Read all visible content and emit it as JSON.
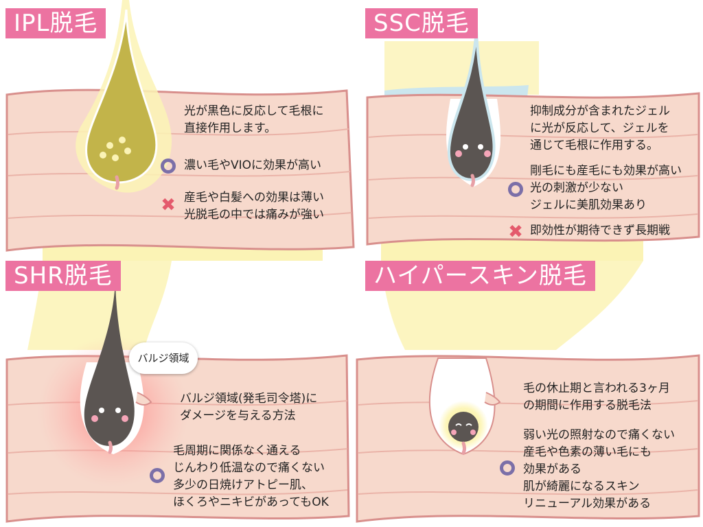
{
  "panels": [
    {
      "title": "IPL脱毛",
      "description": [
        "光が黒色に反応して毛根に",
        "直接作用します。"
      ],
      "pros": [
        "濃い毛やVIOに効果が高い"
      ],
      "cons": [
        "産毛や白髪への効果は薄い",
        "光脱毛の中では痛みが強い"
      ]
    },
    {
      "title": "SSC脱毛",
      "description": [
        "抑制成分が含まれたジェル",
        "に光が反応して、ジェルを",
        "通じて毛根に作用する。"
      ],
      "pros": [
        "剛毛にも産毛にも効果が高い",
        "光の刺激が少ない",
        "ジェルに美肌効果あり"
      ],
      "cons": [
        "即効性が期待できず長期戦"
      ]
    },
    {
      "title": "SHR脱毛",
      "bubble": "バルジ領域",
      "description": [
        "バルジ領域(発毛司令塔)に",
        "ダメージを与える方法"
      ],
      "pros": [
        "毛周期に関係なく通える",
        "じんわり低温なので痛くない",
        "多少の日焼けアトピー肌、",
        "ほくろやニキビがあってもOK"
      ]
    },
    {
      "title": "ハイパースキン脱毛",
      "description": [
        "毛の休止期と言われる3ヶ月",
        "の期間に作用する脱毛法"
      ],
      "pros": [
        "弱い光の照射なので痛くない",
        "産毛や色素の薄い毛にも",
        "効果がある",
        "肌が綺麗になるスキン",
        "リニューアル効果がある"
      ]
    }
  ],
  "colors": {
    "title_bg": "#ec73a1",
    "skin": "#f7d9cc",
    "skin_line": "#d88f8c",
    "light_beam": "#fbf3b5",
    "hair": "#5b5552",
    "good_mark": "#7b6fa8",
    "bad_mark": "#e45a6c",
    "gel": "#cbe6ee"
  },
  "icons": [
    "hair-follicle-icon",
    "circle-good-icon",
    "cross-bad-icon",
    "speech-bubble-icon"
  ]
}
